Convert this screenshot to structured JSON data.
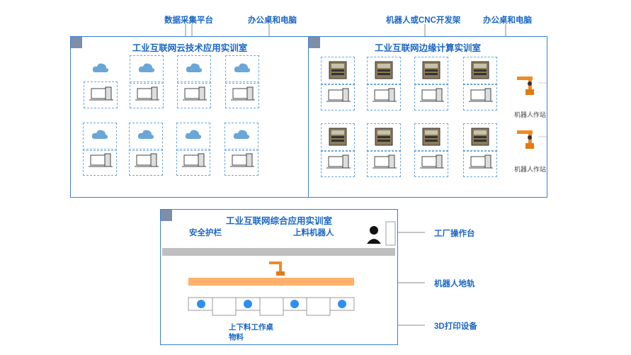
{
  "callouts": {
    "data_platform": "数据采集平台",
    "office_desk_1": "办公桌和电脑",
    "robot_cnc": "机器人或CNC开发架",
    "office_desk_2": "办公桌和电脑",
    "factory_console": "工厂操作台",
    "robot_rail": "机器人地轨",
    "printer_3d": "3D打印设备",
    "loading_table": "上下料工作桌",
    "material": "物料"
  },
  "panels": {
    "cloud_lab": {
      "title": "工业互联网云技术应用实训室"
    },
    "edge_lab": {
      "title": "工业互联网边缘计算实训室",
      "robot_station_label": "机器人作站"
    },
    "integrated_lab": {
      "title": "工业互联网综合应用实训室",
      "safety_fence": "安全护栏",
      "loading_robot": "上料机器人"
    }
  },
  "colors": {
    "border_blue": "#3a7fd2",
    "title_blue": "#1a66c4",
    "cloud_blue": "#6aa6d6",
    "rail_orange": "#ffb06b",
    "fence_gray": "#bfbfbf",
    "material_blue": "#2f8ff0"
  }
}
